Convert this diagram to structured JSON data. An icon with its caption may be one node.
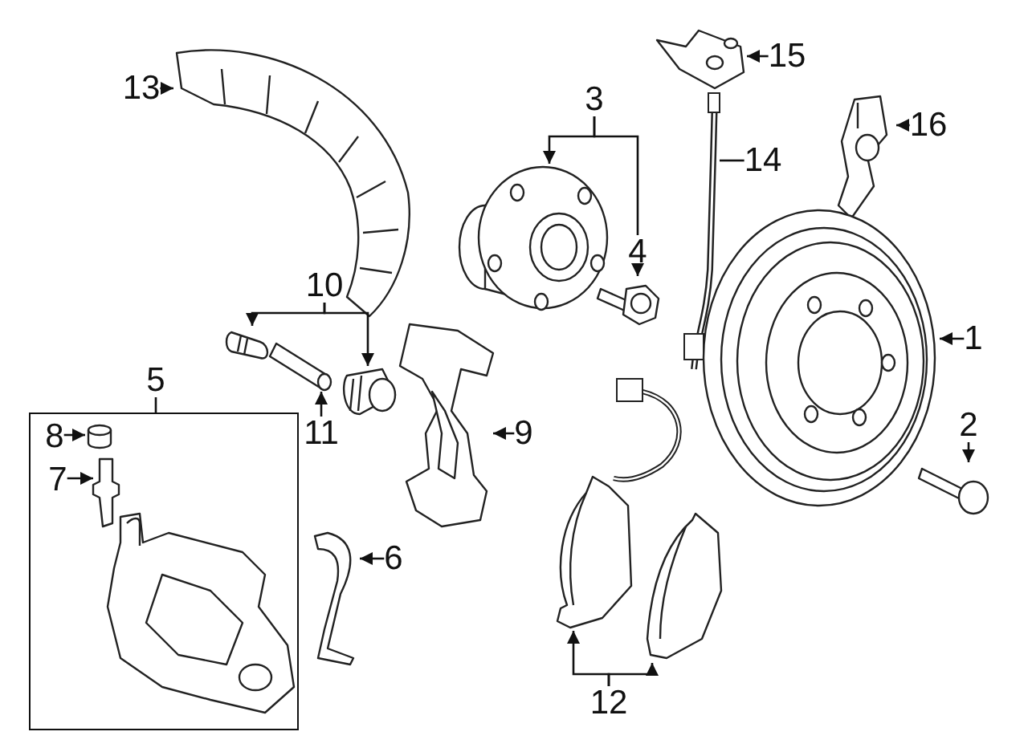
{
  "diagram": {
    "nodes": [
      {
        "text": [
          "13"
        ]
      },
      {
        "text": [],
        "shape": "picture"
      },
      {
        "text": [
          "3"
        ]
      },
      {
        "text": [],
        "shape": "picture"
      },
      {
        "text": [
          "15"
        ]
      },
      {
        "text": [],
        "shape": "picture"
      },
      {
        "text": [
          "14"
        ]
      },
      {
        "text": [],
        "shape": "picture"
      },
      {
        "text": [
          "16"
        ]
      },
      {
        "text": [],
        "shape": "picture"
      },
      {
        "text": [
          "4"
        ]
      },
      {
        "text": [],
        "shape": "picture"
      },
      {
        "text": [
          "10"
        ]
      },
      {
        "text": [],
        "shape": "picture"
      },
      {
        "text": [
          "11"
        ]
      },
      {
        "text": [],
        "shape": "picture"
      },
      {
        "text": [],
        "shape": "picture"
      },
      {
        "text": [
          "9"
        ]
      },
      {
        "text": [],
        "shape": "picture"
      },
      {
        "text": [
          "1"
        ]
      },
      {
        "text": [],
        "shape": "picture"
      },
      {
        "text": [
          "2"
        ]
      },
      {
        "text": [],
        "shape": "picture"
      },
      {
        "text": [
          "5"
        ]
      },
      {
        "text": [],
        "shape": "box"
      },
      {
        "text": [
          "8"
        ],
        "in": 24
      },
      {
        "text": [],
        "shape": "picture",
        "in": 24
      },
      {
        "text": [
          "7"
        ],
        "in": 24
      },
      {
        "text": [],
        "shape": "picture",
        "in": 24
      },
      {
        "text": [
          "6"
        ]
      },
      {
        "text": [],
        "shape": "picture"
      },
      {
        "text": [],
        "shape": "picture"
      },
      {
        "text": [],
        "shape": "picture"
      },
      {
        "text": [
          "12"
        ]
      }
    ],
    "edges": [
      {
        "from": 0,
        "to": 1,
        "arrow": "to"
      },
      {
        "from": 2,
        "to": 3,
        "arrow": "to"
      },
      {
        "from": 2,
        "to": 10,
        "arrow": "none"
      },
      {
        "from": 4,
        "to": 5,
        "arrow": "to"
      },
      {
        "from": 6,
        "to": 7,
        "arrow": "none"
      },
      {
        "from": 8,
        "to": 9,
        "arrow": "to"
      },
      {
        "from": 10,
        "to": 11,
        "arrow": "to"
      },
      {
        "from": 12,
        "to": 13,
        "arrow": "to"
      },
      {
        "from": 12,
        "to": 16,
        "arrow": "to"
      },
      {
        "from": 14,
        "to": 15,
        "arrow": "to"
      },
      {
        "from": 17,
        "to": 18,
        "arrow": "to"
      },
      {
        "from": 19,
        "to": 20,
        "arrow": "to"
      },
      {
        "from": 21,
        "to": 22,
        "arrow": "to"
      },
      {
        "from": 23,
        "to": 24,
        "arrow": "none"
      },
      {
        "from": 25,
        "to": 26,
        "arrow": "to"
      },
      {
        "from": 27,
        "to": 28,
        "arrow": "to"
      },
      {
        "from": 29,
        "to": 30,
        "arrow": "to"
      },
      {
        "from": 33,
        "to": 31,
        "arrow": "to"
      },
      {
        "from": 33,
        "to": 32,
        "arrow": "to"
      }
    ]
  }
}
